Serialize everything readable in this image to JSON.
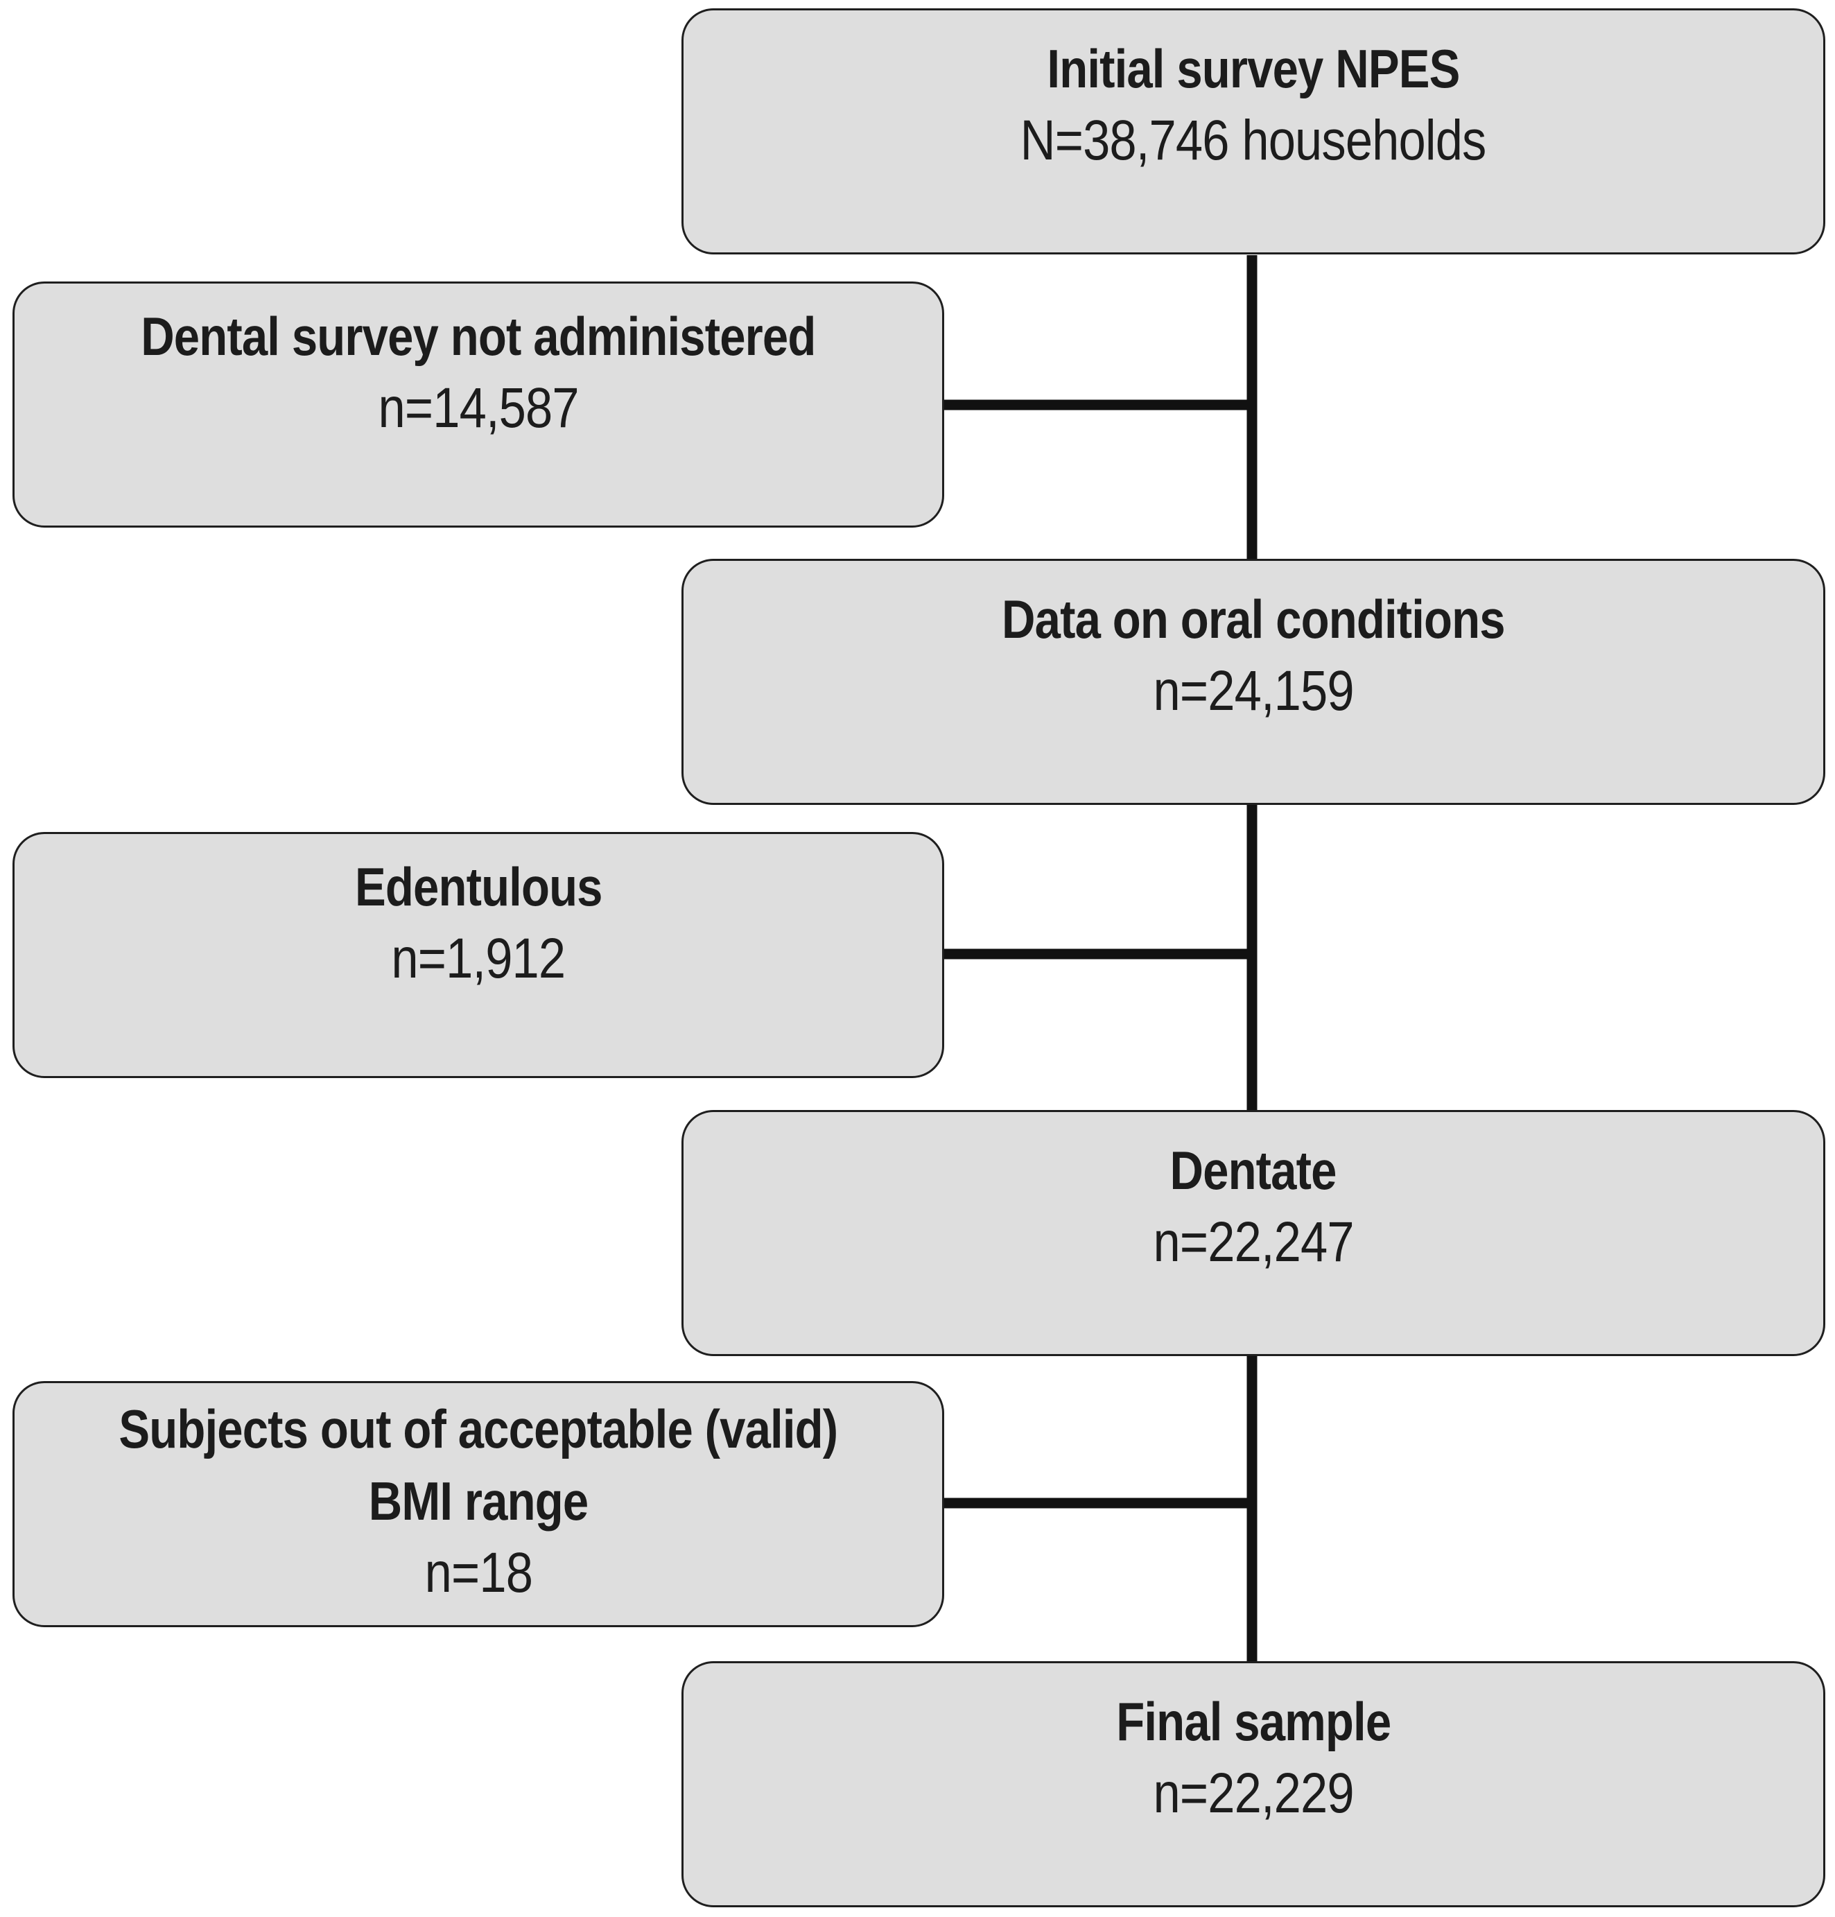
{
  "flowchart": {
    "steps": [
      {
        "id": "initial",
        "title": "Initial survey NPES",
        "count": "N=38,746 households"
      },
      {
        "id": "oral-data",
        "title": "Data on oral conditions",
        "count": "n=24,159"
      },
      {
        "id": "dentate",
        "title": "Dentate",
        "count": "n=22,247"
      },
      {
        "id": "final",
        "title": "Final sample",
        "count": "n=22,229"
      }
    ],
    "exclusions": [
      {
        "id": "not-administered",
        "title": "Dental survey not administered",
        "count": "n=14,587"
      },
      {
        "id": "edentulous",
        "title": "Edentulous",
        "count": "n=1,912"
      },
      {
        "id": "bmi-out",
        "title_line1": "Subjects out of acceptable (valid)",
        "title_line2": "BMI range",
        "count": "n=18"
      }
    ]
  },
  "colors": {
    "box_fill": "#dedede",
    "box_border": "#1f1f1f",
    "connector": "#111111",
    "text": "#1c1c1c"
  }
}
